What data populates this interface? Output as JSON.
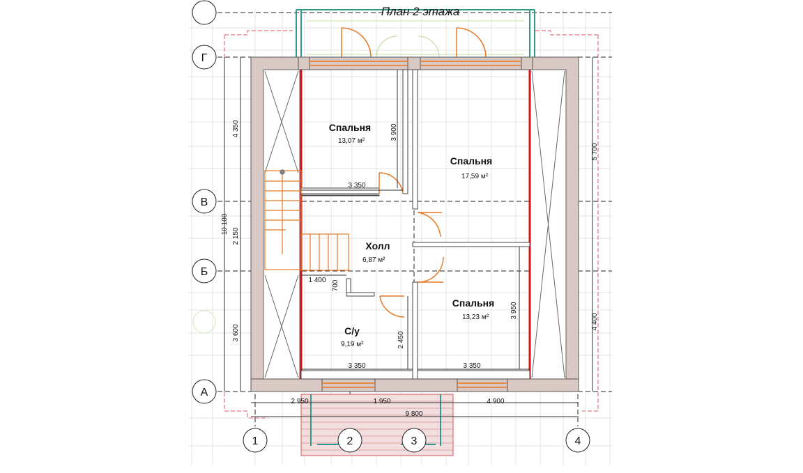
{
  "title": "План 2 этажа",
  "area_unit": "м²",
  "axes_letters": [
    "Г",
    "В",
    "Б",
    "А"
  ],
  "axes_numbers": [
    "1",
    "2",
    "3",
    "4"
  ],
  "rooms": [
    {
      "name": "Спальня",
      "area": "13,07"
    },
    {
      "name": "Спальня",
      "area": "17,59"
    },
    {
      "name": "Холл",
      "area": "6,87"
    },
    {
      "name": "Спальня",
      "area": "13,23"
    },
    {
      "name": "С/у",
      "area": "9,19"
    }
  ],
  "dimensions": {
    "left_total": "10 100",
    "left_segments": [
      "4 350",
      "2 150",
      "3 600"
    ],
    "right_segments": [
      "5 700",
      "4 400"
    ],
    "bottom_segments": [
      "2 950",
      "1 950",
      "4 900"
    ],
    "bottom_total": "9 800",
    "inner": [
      "3 350",
      "3 900",
      "1 400",
      "700",
      "2 450",
      "3 950",
      "3 350",
      "3 350"
    ]
  },
  "colors": {
    "wall": "#d9c9c4",
    "grid": "#dcdcdc",
    "window": "#e87722",
    "accent_red": "#d8101a",
    "balcony": "#2f9a8a"
  }
}
